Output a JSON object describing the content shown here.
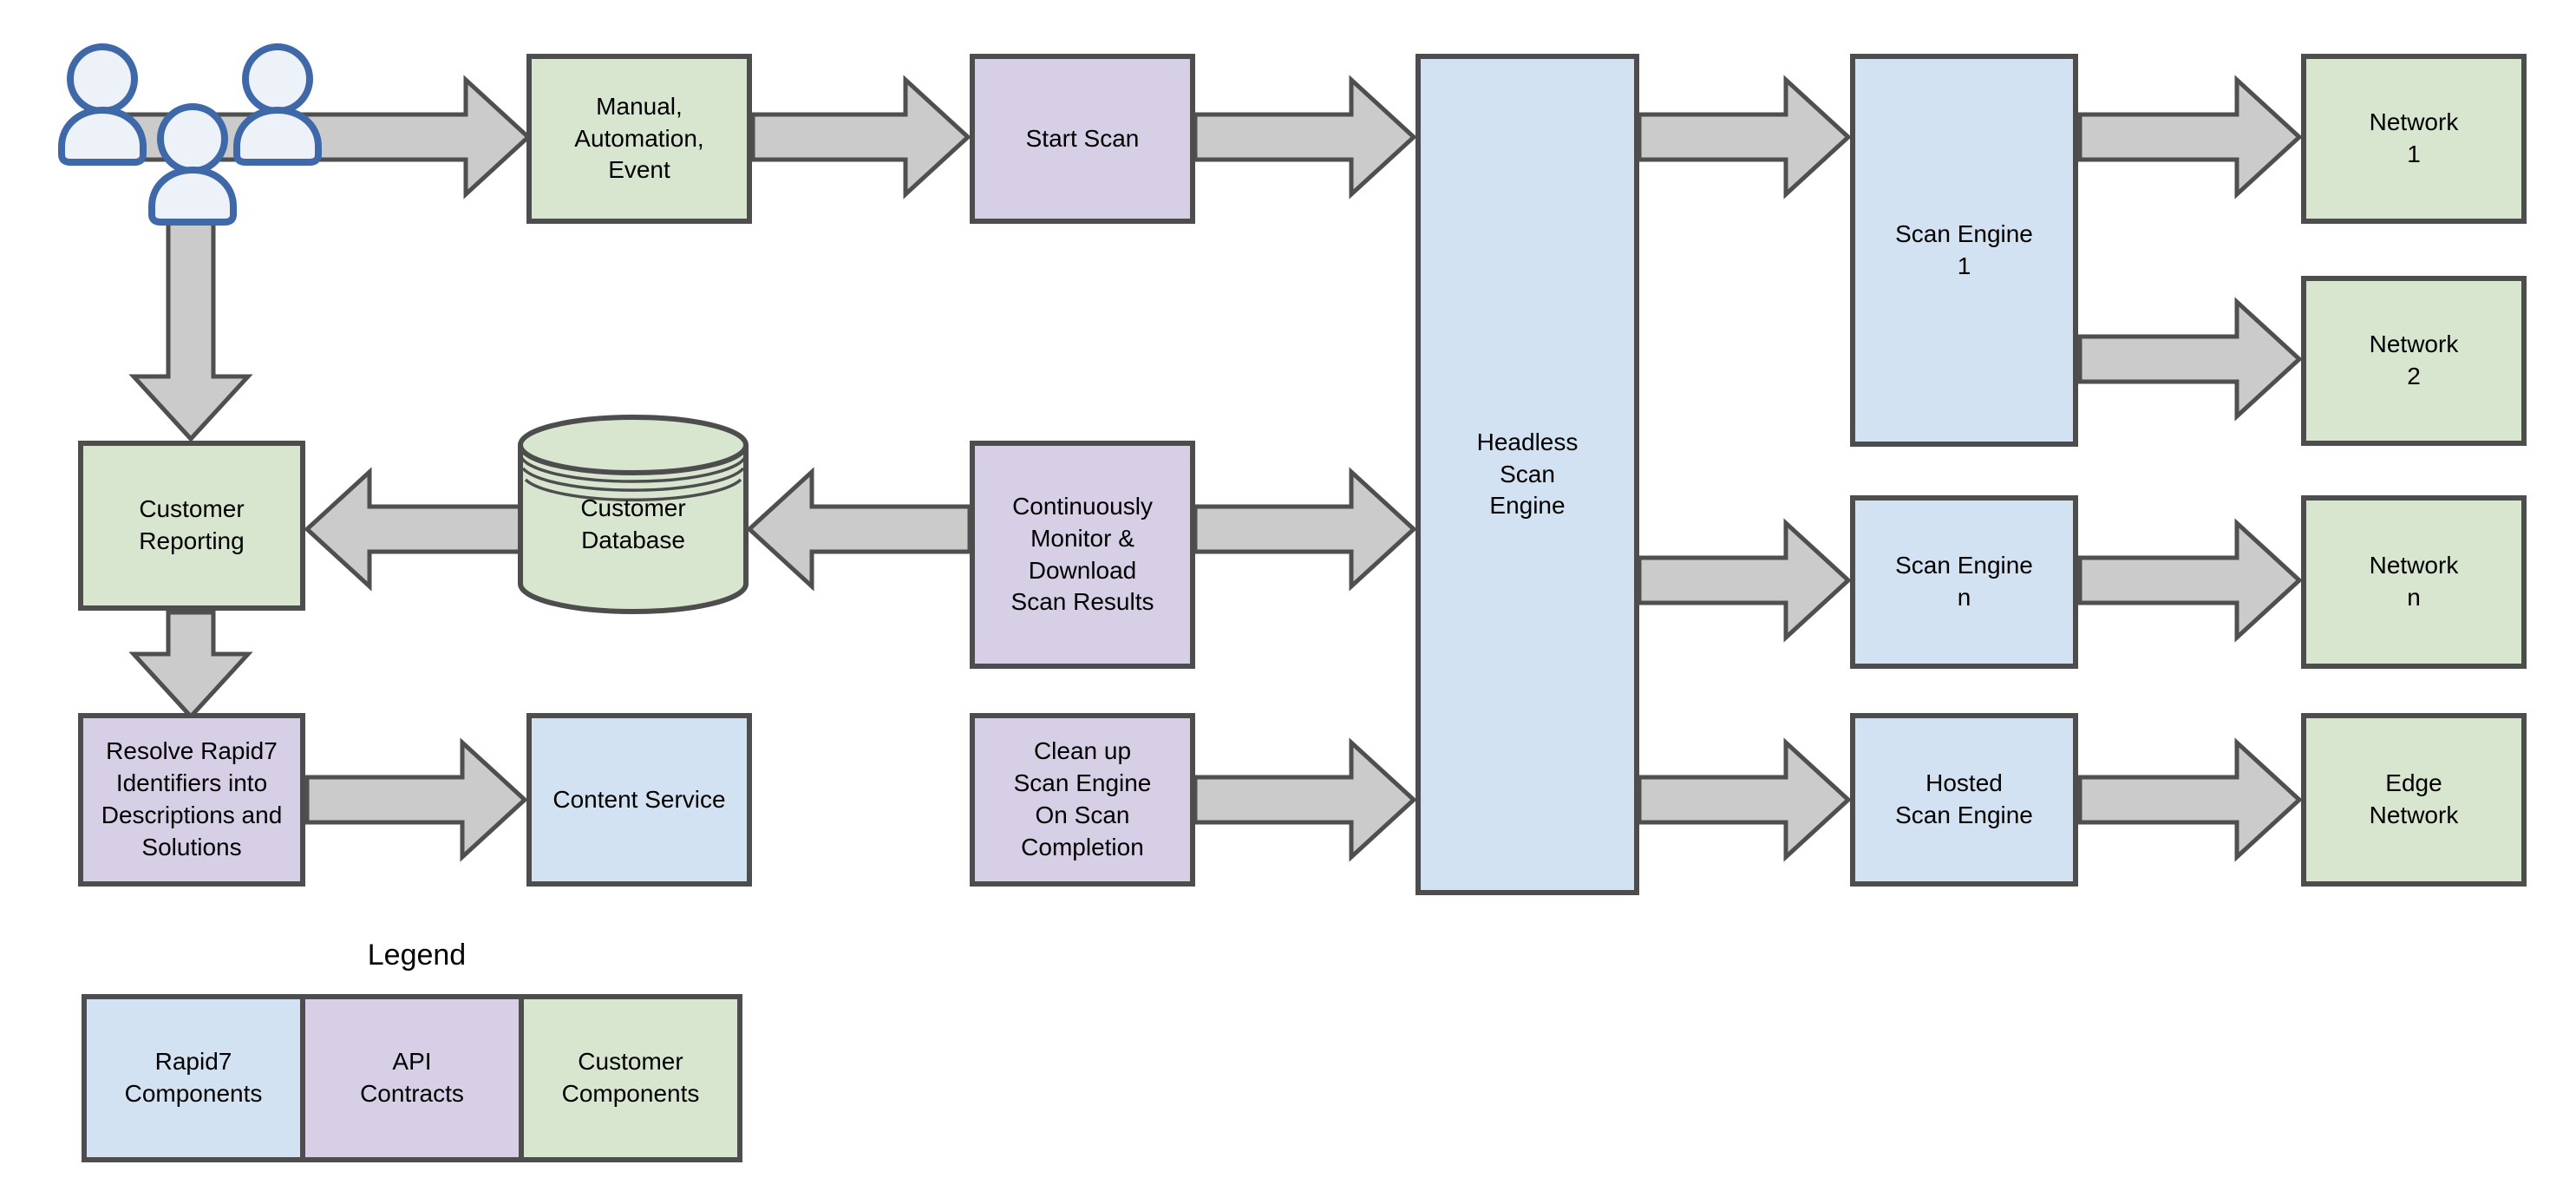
{
  "diagram": {
    "title": "Scan engine architecture flowchart",
    "colors": {
      "rapid7_fill": "#d3e2f2",
      "api_fill": "#d6cfe6",
      "customer_fill": "#d8e6d0",
      "box_stroke": "#4d4d4d",
      "arrow_fill": "#cbcbcb",
      "arrow_stroke": "#4f4f4f",
      "actor_stroke": "#3e68a8",
      "actor_fill": "#edf2f9",
      "background": "#ffffff"
    },
    "nodes": {
      "users": {
        "label": "",
        "shape": "actor-group",
        "category": "actor"
      },
      "manual": {
        "label": "Manual,\nAutomation,\nEvent",
        "category": "customer"
      },
      "start_scan": {
        "label": "Start Scan",
        "category": "api"
      },
      "headless": {
        "label": "Headless\nScan\nEngine",
        "category": "rapid7"
      },
      "scan_engine_1": {
        "label": "Scan Engine\n1",
        "category": "rapid7"
      },
      "network_1": {
        "label": "Network\n1",
        "category": "customer"
      },
      "network_2": {
        "label": "Network\n2",
        "category": "customer"
      },
      "scan_engine_n": {
        "label": "Scan Engine\nn",
        "category": "rapid7"
      },
      "network_n": {
        "label": "Network\nn",
        "category": "customer"
      },
      "hosted": {
        "label": "Hosted\nScan Engine",
        "category": "rapid7"
      },
      "edge_network": {
        "label": "Edge\nNetwork",
        "category": "customer"
      },
      "customer_reporting": {
        "label": "Customer\nReporting",
        "category": "customer"
      },
      "customer_database": {
        "label": "Customer\nDatabase",
        "category": "customer",
        "shape": "cylinder"
      },
      "monitor": {
        "label": "Continuously\nMonitor &\nDownload\nScan Results",
        "category": "api"
      },
      "cleanup": {
        "label": "Clean up\nScan Engine\nOn Scan\nCompletion",
        "category": "api"
      },
      "resolve": {
        "label": "Resolve Rapid7\nIdentifiers into\nDescriptions and\nSolutions",
        "category": "api"
      },
      "content_service": {
        "label": "Content Service",
        "category": "rapid7"
      }
    },
    "edges": [
      {
        "from": "users",
        "to": "manual"
      },
      {
        "from": "manual",
        "to": "start_scan"
      },
      {
        "from": "start_scan",
        "to": "headless"
      },
      {
        "from": "headless",
        "to": "scan_engine_1"
      },
      {
        "from": "scan_engine_1",
        "to": "network_1"
      },
      {
        "from": "scan_engine_1",
        "to": "network_2"
      },
      {
        "from": "headless",
        "to": "scan_engine_n"
      },
      {
        "from": "scan_engine_n",
        "to": "network_n"
      },
      {
        "from": "headless",
        "to": "hosted"
      },
      {
        "from": "hosted",
        "to": "edge_network"
      },
      {
        "from": "monitor",
        "to": "headless"
      },
      {
        "from": "monitor",
        "to": "customer_database"
      },
      {
        "from": "customer_database",
        "to": "customer_reporting"
      },
      {
        "from": "cleanup",
        "to": "headless"
      },
      {
        "from": "users",
        "to": "customer_reporting"
      },
      {
        "from": "customer_reporting",
        "to": "resolve"
      },
      {
        "from": "resolve",
        "to": "content_service"
      }
    ],
    "legend": {
      "title": "Legend",
      "items": [
        {
          "id": "rapid7",
          "label": "Rapid7\nComponents",
          "color": "#d3e2f2"
        },
        {
          "id": "api",
          "label": "API\nContracts",
          "color": "#d6cfe6"
        },
        {
          "id": "customer",
          "label": "Customer\nComponents",
          "color": "#d8e6d0"
        }
      ]
    }
  }
}
